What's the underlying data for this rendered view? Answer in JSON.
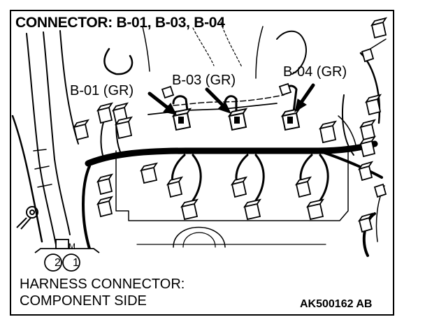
{
  "title": "CONNECTOR: B-01, B-03, B-04",
  "connectors": [
    {
      "label": "B-01 (GR)"
    },
    {
      "label": "B-03 (GR)"
    },
    {
      "label": "B-04 (GR)"
    }
  ],
  "pin_symbol": {
    "top": "M",
    "left_pin": "2",
    "right_pin": "1"
  },
  "caption": {
    "line1": "HARNESS CONNECTOR:",
    "line2": "COMPONENT SIDE"
  },
  "figure_code": "AK500162 AB"
}
